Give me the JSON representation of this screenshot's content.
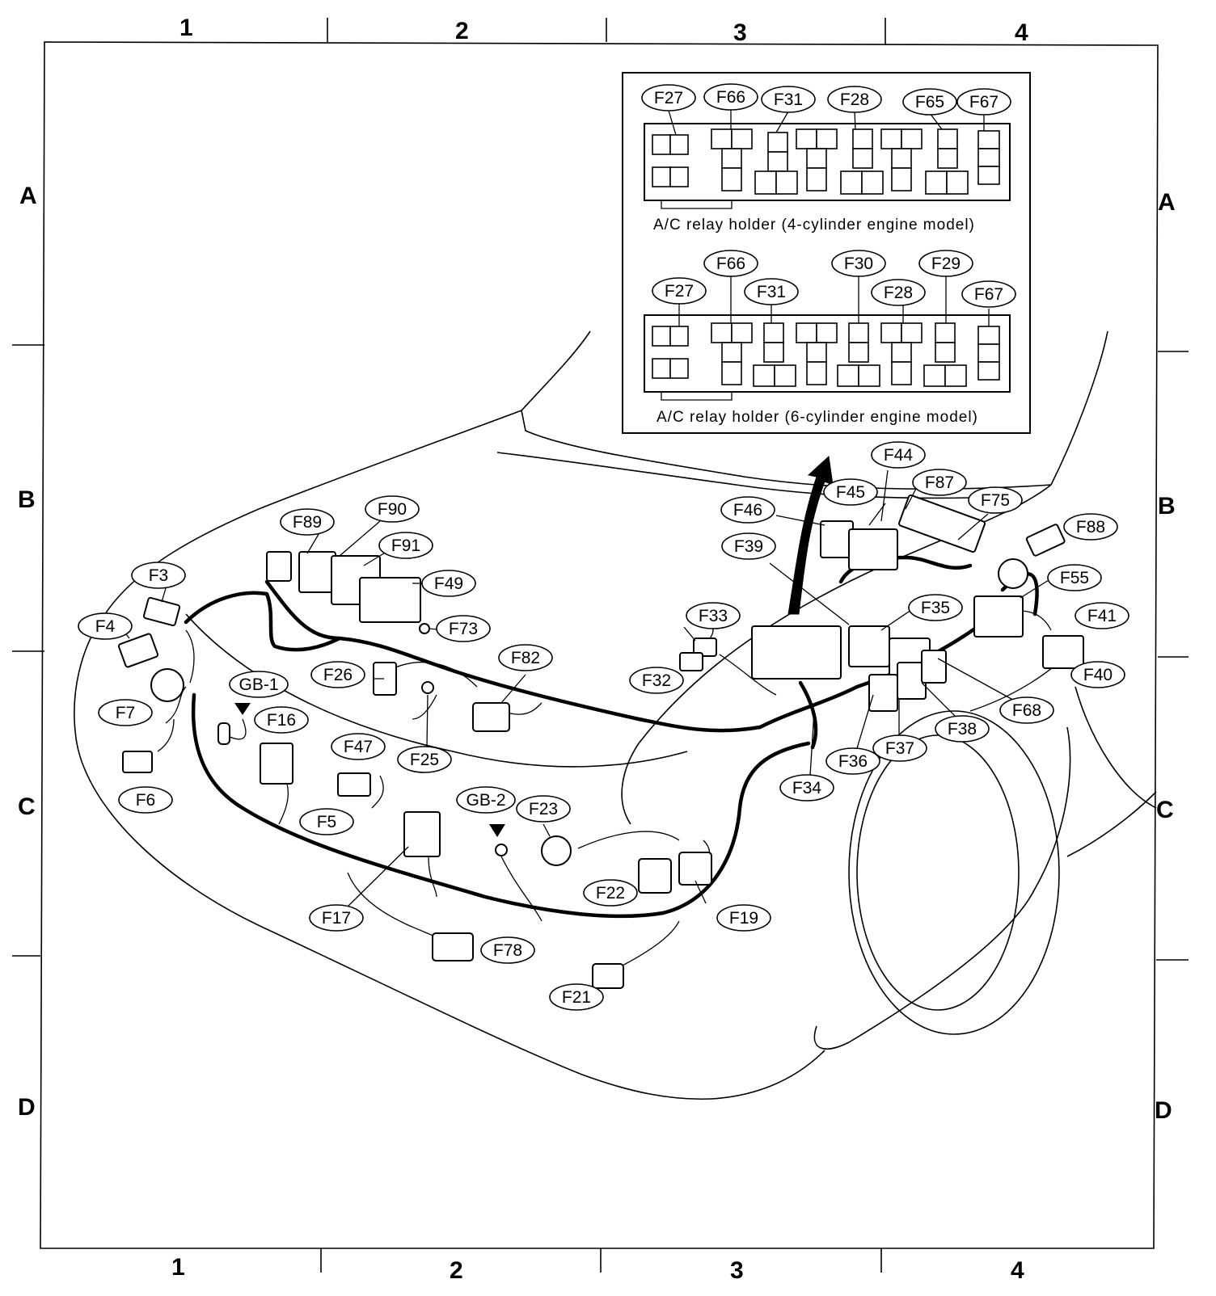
{
  "grid": {
    "columns": [
      "1",
      "2",
      "3",
      "4"
    ],
    "rows": [
      "A",
      "B",
      "C",
      "D"
    ]
  },
  "inset": {
    "upper_caption": "A/C relay holder (4-cylinder engine model)",
    "lower_caption": "A/C relay holder (6-cylinder engine model)",
    "upper_labels": [
      "F27",
      "F66",
      "F31",
      "F28",
      "F65",
      "F67"
    ],
    "lower_labels": [
      "F27",
      "F66",
      "F31",
      "F30",
      "F28",
      "F29",
      "F67"
    ]
  },
  "connectors": [
    "F3",
    "F4",
    "F7",
    "F6",
    "GB-1",
    "F16",
    "F47",
    "F5",
    "F89",
    "F90",
    "F91",
    "F49",
    "F73",
    "F26",
    "F25",
    "F82",
    "GB-2",
    "F23",
    "F17",
    "F78",
    "F22",
    "F19",
    "F21",
    "F33",
    "F32",
    "F39",
    "F46",
    "F45",
    "F44",
    "F87",
    "F75",
    "F88",
    "F55",
    "F35",
    "F41",
    "F40",
    "F68",
    "F38",
    "F37",
    "F36",
    "F34"
  ]
}
